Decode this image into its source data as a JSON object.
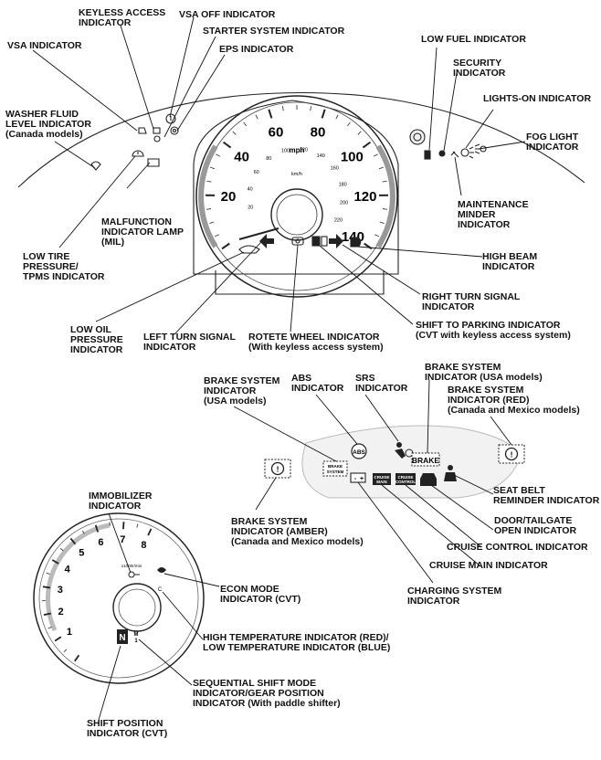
{
  "labels": {
    "keyless_access": "KEYLESS ACCESS\nINDICATOR",
    "vsa_off": "VSA OFF INDICATOR",
    "starter_system": "STARTER SYSTEM INDICATOR",
    "eps": "EPS INDICATOR",
    "vsa": "VSA INDICATOR",
    "washer_fluid": "WASHER FLUID\nLEVEL INDICATOR\n(Canada models)",
    "malfunction": "MALFUNCTION\nINDICATOR LAMP\n(MIL)",
    "low_tire": "LOW TIRE\nPRESSURE/\nTPMS INDICATOR",
    "low_oil": "LOW OIL\nPRESSURE\nINDICATOR",
    "left_turn": "LEFT TURN SIGNAL\nINDICATOR",
    "rotate_wheel": "ROTETE WHEEL INDICATOR\n(With keyless access system)",
    "shift_parking": "SHIFT TO PARKING INDICATOR\n(CVT with keyless access system)",
    "right_turn": "RIGHT TURN SIGNAL\nINDICATOR",
    "high_beam": "HIGH BEAM\nINDICATOR",
    "low_fuel": "LOW FUEL INDICATOR",
    "security": "SECURITY\nINDICATOR",
    "lights_on": "LIGHTS-ON INDICATOR",
    "fog_light": "FOG LIGHT\nINDICATOR",
    "maintenance": "MAINTENANCE\nMINDER\nINDICATOR",
    "brake_usa_left": "BRAKE SYSTEM\nINDICATOR\n(USA models)",
    "abs": "ABS\nINDICATOR",
    "srs": "SRS\nINDICATOR",
    "brake_usa_top": "BRAKE SYSTEM\nINDICATOR (USA models)",
    "brake_red": "BRAKE SYSTEM\nINDICATOR (RED)\n(Canada and Mexico models)",
    "seat_belt": "SEAT BELT\nREMINDER INDICATOR",
    "door_tailgate": "DOOR/TAILGATE\nOPEN INDICATOR",
    "cruise_control": "CRUISE CONTROL INDICATOR",
    "cruise_main": "CRUISE MAIN INDICATOR",
    "charging": "CHARGING SYSTEM\nINDICATOR",
    "brake_amber": "BRAKE SYSTEM\nINDICATOR (AMBER)\n(Canada and Mexico models)",
    "immobilizer": "IMMOBILIZER\nINDICATOR",
    "econ": "ECON MODE\nINDICATOR (CVT)",
    "temperature": "HIGH TEMPERATURE INDICATOR (RED)/\nLOW TEMPERATURE INDICATOR (BLUE)",
    "sequential": "SEQUENTIAL SHIFT MODE\nINDICATOR/GEAR POSITION\nINDICATOR (With paddle shifter)",
    "shift_position": "SHIFT POSITION\nINDICATOR (CVT)"
  },
  "speedometer": {
    "unit_main": "mph",
    "unit_sub": "km/h",
    "mph_ticks": [
      "20",
      "40",
      "60",
      "80",
      "100",
      "120",
      "140"
    ],
    "kmh_ticks": [
      "20",
      "40",
      "60",
      "80",
      "100",
      "120",
      "140",
      "160",
      "180",
      "200",
      "220"
    ]
  },
  "tachometer": {
    "ticks": [
      "1",
      "2",
      "3",
      "4",
      "5",
      "6",
      "7",
      "8"
    ],
    "unit": "x1000r/min"
  },
  "icon_text": {
    "abs": "ABS",
    "brake": "BRAKE",
    "brake_small": "BRAKE\nSYSTEM",
    "cruise_main": "CRUISE\nMAIN",
    "cruise_control": "CRUISE\nCONTROL",
    "exclamation": "!",
    "charge_minus": "-",
    "charge_plus": "+",
    "shift_n": "N",
    "sequential_m": "M",
    "sequential_one": "1",
    "temp_c": "C"
  }
}
